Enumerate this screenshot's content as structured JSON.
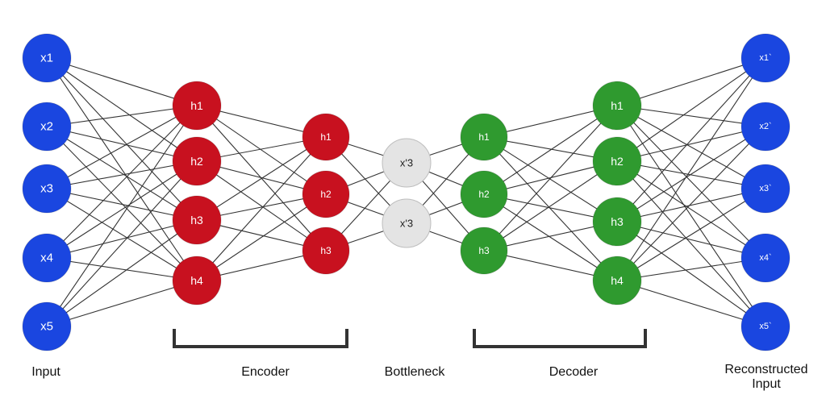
{
  "colors": {
    "input": "#1a46e0",
    "encoder": "#c8111f",
    "bottleneck": "#e4e4e4",
    "decoder": "#2f9a2f",
    "output": "#1a46e0",
    "edge": "#333333",
    "bracket": "#333333"
  },
  "layers": {
    "input": [
      "x1",
      "x2",
      "x3",
      "x4",
      "x5"
    ],
    "encoder1": [
      "h1",
      "h2",
      "h3",
      "h4"
    ],
    "encoder2": [
      "h1",
      "h2",
      "h3"
    ],
    "bottleneck": [
      "x'3",
      "x'3"
    ],
    "decoder1": [
      "h1",
      "h2",
      "h3"
    ],
    "decoder2": [
      "h1",
      "h2",
      "h3",
      "h4"
    ],
    "output": [
      "x1`",
      "x2`",
      "x3`",
      "x4`",
      "x5`"
    ]
  },
  "labels": {
    "input": "Input",
    "encoder": "Encoder",
    "bottleneck": "Bottleneck",
    "decoder": "Decoder",
    "reconstructed_line1": "Reconstructed",
    "reconstructed_line2": "Input"
  }
}
